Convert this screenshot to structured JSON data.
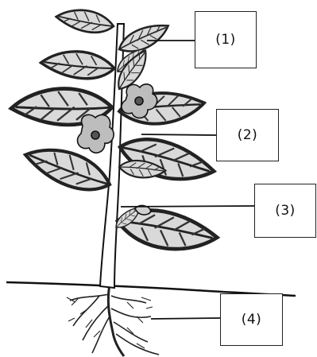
{
  "diagram": {
    "labels": [
      {
        "id": "1",
        "text": "(1)"
      },
      {
        "id": "2",
        "text": "(2)"
      },
      {
        "id": "3",
        "text": "(3)"
      },
      {
        "id": "4",
        "text": "(4)"
      }
    ]
  }
}
